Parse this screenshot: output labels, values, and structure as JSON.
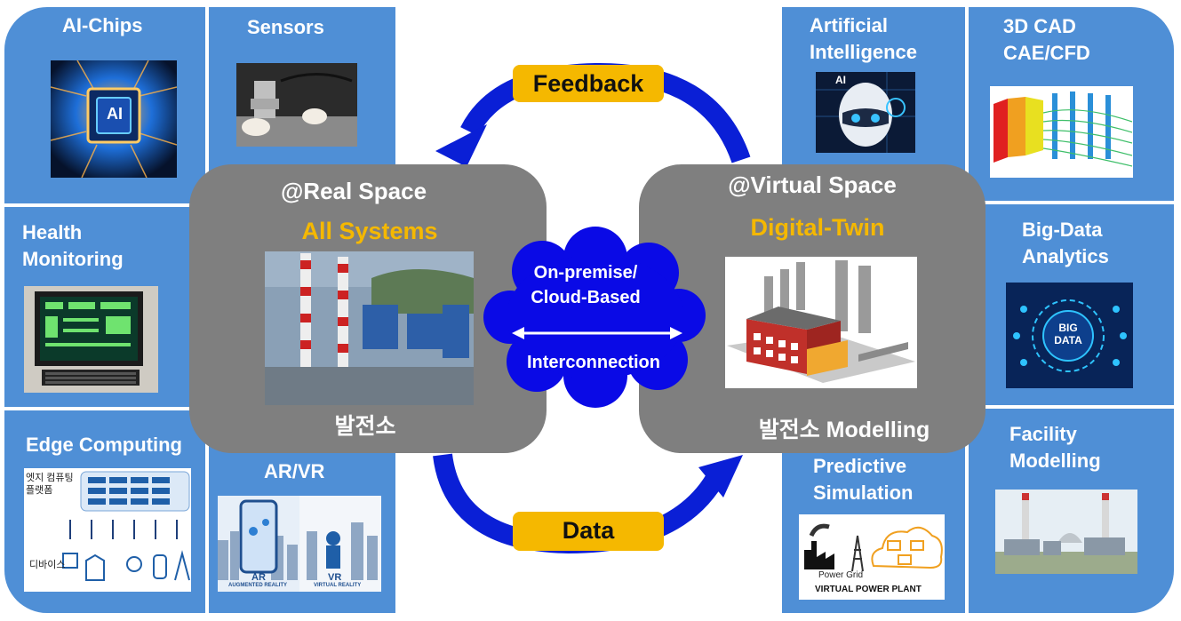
{
  "left_tiles": {
    "ai_chips": "AI-Chips",
    "sensors": "Sensors",
    "health_monitoring": "Health\nMonitoring",
    "edge_computing": "Edge Computing",
    "ar_vr": "AR/VR"
  },
  "right_tiles": {
    "artificial_intelligence": "Artificial\nIntelligence",
    "cad": "3D CAD\nCAE/CFD",
    "big_data": "Big-Data\nAnalytics",
    "predictive_simulation": "Predictive\nSimulation",
    "facility_modelling": "Facility\nModelling"
  },
  "real_space": {
    "header": "@Real Space",
    "subtitle": "All Systems",
    "caption": "발전소"
  },
  "virtual_space": {
    "header": "@Virtual Space",
    "subtitle": "Digital-Twin",
    "caption": "발전소 Modelling"
  },
  "cloud": {
    "line1": "On-premise/",
    "line2": "Cloud-Based",
    "line3": "Interconnection"
  },
  "feedback_label": "Feedback",
  "data_label": "Data",
  "image_text": {
    "ai_chip": "AI",
    "edge_platform": "엣지 컴퓨팅\n플랫폼",
    "edge_devices": "디바이스",
    "ar": "AR",
    "ar_sub": "AUGMENTED REALITY",
    "vr": "VR",
    "vr_sub": "VIRTUAL REALITY",
    "ai_robot": "AI",
    "big_data": "BIG\nDATA",
    "power_grid": "Power Grid",
    "vpp": "VIRTUAL POWER PLANT"
  },
  "colors": {
    "panel_blue": "#4f8fd6",
    "gray_box": "#7f7f7f",
    "accent_yellow": "#f5b800",
    "arrow_blue": "#0a1fd6"
  }
}
